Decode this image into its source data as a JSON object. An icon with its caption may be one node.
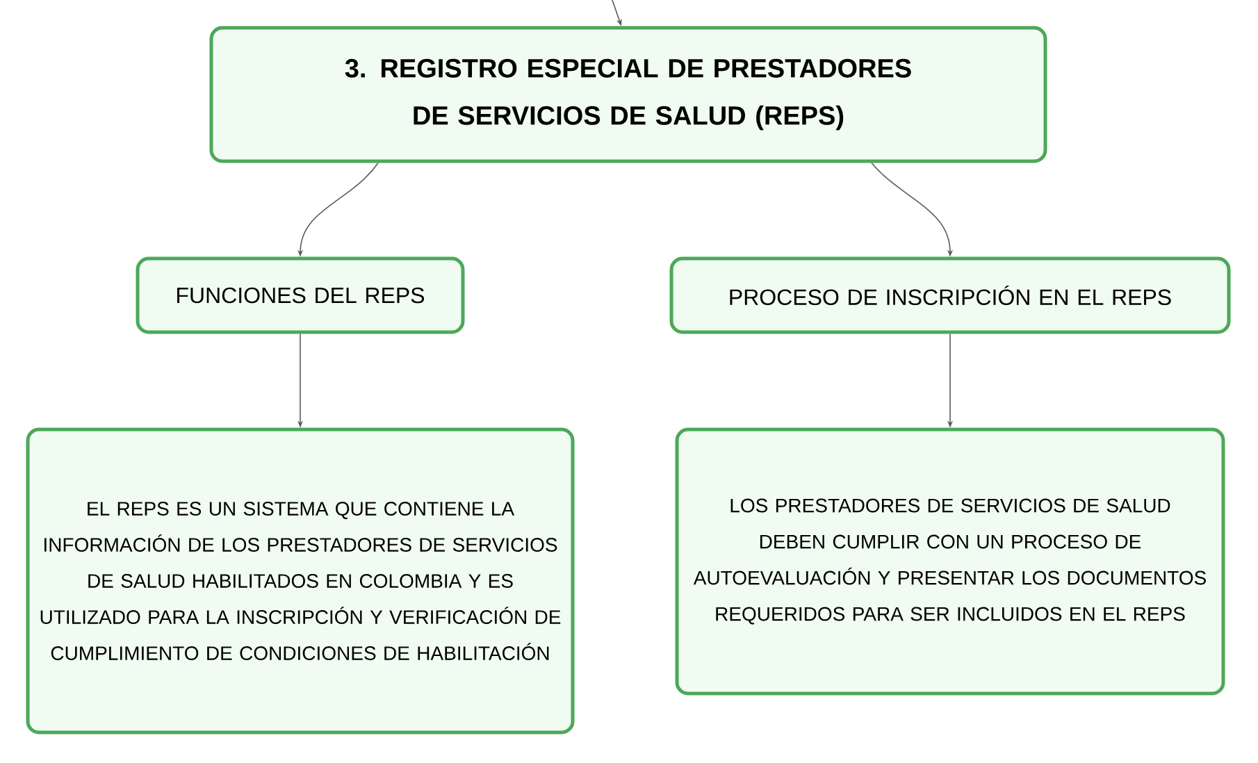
{
  "diagram": {
    "nodes": [
      {
        "text": [
          "3. REGISTRO ESPECIAL DE PRESTADORES DE SERVICIOS DE SALUD (REPS)"
        ]
      },
      {
        "text": [
          "FUNCIONES DEL REPS"
        ]
      },
      {
        "text": [
          "PROCESO DE INSCRIPCIÓN EN EL REPS"
        ]
      },
      {
        "text": [
          "EL REPS ES UN SISTEMA QUE CONTIENE LA INFORMACIÓN DE LOS PRESTADORES DE SERVICIOS DE SALUD HABILITADOS EN COLOMBIA Y ES UTILIZADO PARA LA INSCRIPCIÓN Y VERIFICACIÓN DE CUMPLIMIENTO DE CONDICIONES DE HABILITACIÓN"
        ]
      },
      {
        "text": [
          "LOS PRESTADORES DE SERVICIOS DE SALUD DEBEN CUMPLIR CON UN PROCESO DE AUTOEVALUACIÓN Y PRESENTAR LOS DOCUMENTOS REQUERIDOS PARA SER INCLUIDOS EN EL REPS"
        ]
      }
    ],
    "edges": [
      {
        "from": null,
        "to": 0,
        "arrow": "to"
      },
      {
        "from": 0,
        "to": 1,
        "arrow": "to"
      },
      {
        "from": 0,
        "to": 2,
        "arrow": "to"
      },
      {
        "from": 1,
        "to": 3,
        "arrow": "to"
      },
      {
        "from": 2,
        "to": 4,
        "arrow": "to"
      }
    ]
  }
}
